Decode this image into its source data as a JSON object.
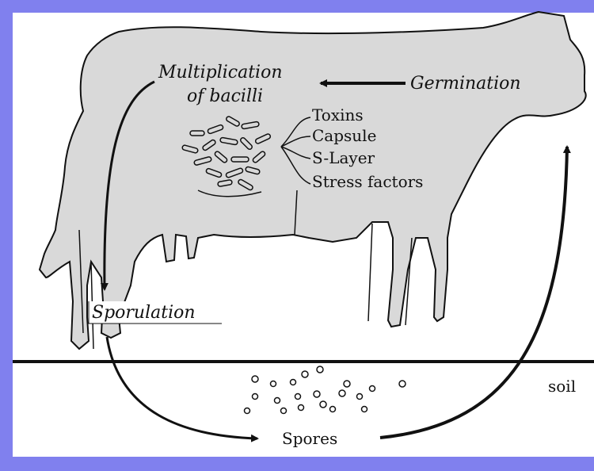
{
  "colors": {
    "frame_blue": "#8080ee",
    "cow_fill": "#d9d9d9",
    "outline": "#111111",
    "background": "#ffffff"
  },
  "labels": {
    "multiplication_line1": "Multiplication",
    "multiplication_line2": "of bacilli",
    "germination": "Germination",
    "toxins": "Toxins",
    "capsule": "Capsule",
    "s_layer": "S-Layer",
    "stress_factors": "Stress factors",
    "sporulation": "Sporulation",
    "soil": "soil",
    "spores": "Spores"
  }
}
